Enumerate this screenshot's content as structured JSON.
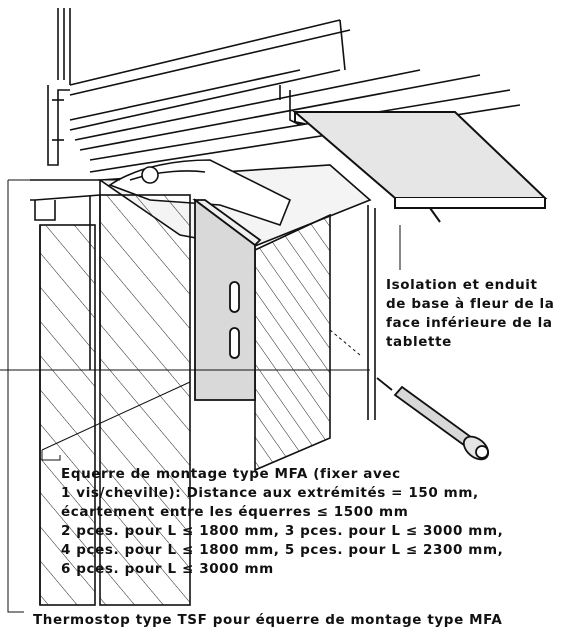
{
  "labels": {
    "insulation_note": [
      "Isolation et enduit",
      "de base à fleur de la",
      "face inférieure de la",
      "tablette"
    ],
    "bracket_note": [
      "Equerre de montage type MFA (fixer avec",
      "1 vis/cheville): Distance aux extrémités = 150 mm,",
      "écartement entre les équerres ≤ 1500 mm",
      "2 pces. pour L ≤ 1800 mm, 3 pces. pour L ≤ 3000 mm,",
      "4 pces. pour L ≤ 1800 mm, 5 pces. pour L ≤ 2300 mm,",
      "6 pces. pour L ≤ 3000 mm"
    ],
    "thermostop_note": "Thermostop type TSF pour équerre de montage type MFA"
  }
}
